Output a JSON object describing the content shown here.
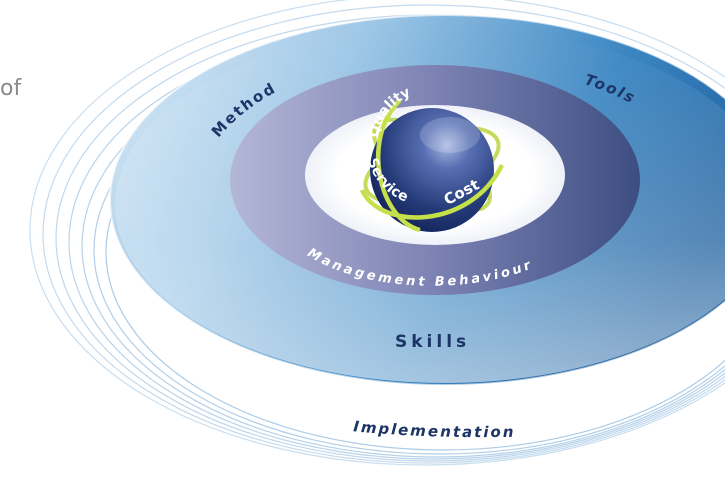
{
  "corner_text": "of",
  "labels": {
    "method": "Method",
    "tools": "Tools",
    "skills": "Skills",
    "management_behaviour": "Management Behaviour",
    "implementation": "Implementation",
    "quality": "Quality",
    "service": "Service",
    "cost": "Cost"
  },
  "colors": {
    "outer_ring_dark": "#1d5f9e",
    "outer_ring_mid": "#4a92c9",
    "outer_ring_light": "#cfe4f4",
    "management_ring_light": "#b4b7d6",
    "management_ring_dark": "#3d4e82",
    "globe": "#243a78",
    "orbit_green": "#b6d334",
    "text_dark": "#1c3566",
    "text_light": "#ffffff"
  }
}
